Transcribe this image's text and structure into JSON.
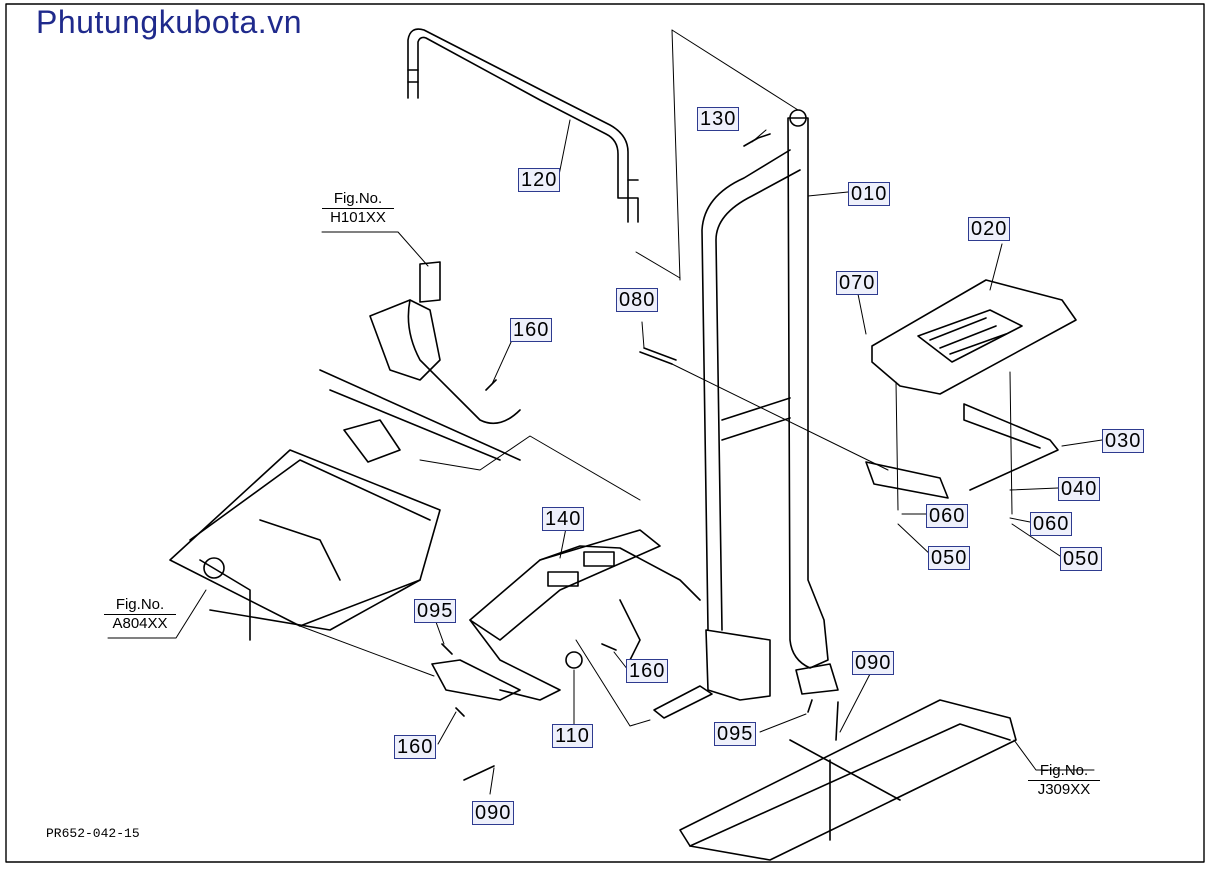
{
  "watermark": "Phutungkubota.vn",
  "drawing_code": "PR652-042-15",
  "figure_refs": [
    {
      "line1": "Fig.No.",
      "line2": "H101XX"
    },
    {
      "line1": "Fig.No.",
      "line2": "A804XX"
    },
    {
      "line1": "Fig.No.",
      "line2": "J309XX"
    }
  ],
  "callouts": [
    {
      "label": "130"
    },
    {
      "label": "120"
    },
    {
      "label": "010"
    },
    {
      "label": "020"
    },
    {
      "label": "070"
    },
    {
      "label": "080"
    },
    {
      "label": "160"
    },
    {
      "label": "030"
    },
    {
      "label": "040"
    },
    {
      "label": "060"
    },
    {
      "label": "060"
    },
    {
      "label": "050"
    },
    {
      "label": "050"
    },
    {
      "label": "140"
    },
    {
      "label": "095"
    },
    {
      "label": "160"
    },
    {
      "label": "090"
    },
    {
      "label": "110"
    },
    {
      "label": "160"
    },
    {
      "label": "095"
    },
    {
      "label": "090"
    }
  ]
}
